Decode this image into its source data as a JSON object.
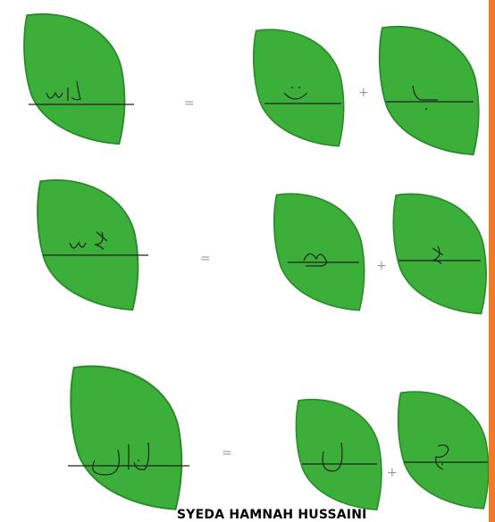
{
  "colors": {
    "leaf_fill": "#3cae3a",
    "leaf_edge": "#2a8a2a",
    "ink": "#222222",
    "accent_bar": "#f07a25"
  },
  "rows": [
    {
      "word_leaf": {
        "label": "word-leaf-row1"
      },
      "equals": "=",
      "plus": "+",
      "part_leaves": [
        "part-leaf-1",
        "part-leaf-2"
      ]
    },
    {
      "word_leaf": {
        "label": "word-leaf-row2"
      },
      "equals": "=",
      "plus": "+",
      "part_leaves": [
        "part-leaf-1",
        "part-leaf-2"
      ]
    },
    {
      "word_leaf": {
        "label": "word-leaf-row3"
      },
      "equals": "=",
      "plus": "+",
      "part_leaves": [
        "part-leaf-1",
        "part-leaf-2"
      ]
    }
  ],
  "footer": {
    "credit": "SYEDA HAMNAH HUSSAINI"
  }
}
